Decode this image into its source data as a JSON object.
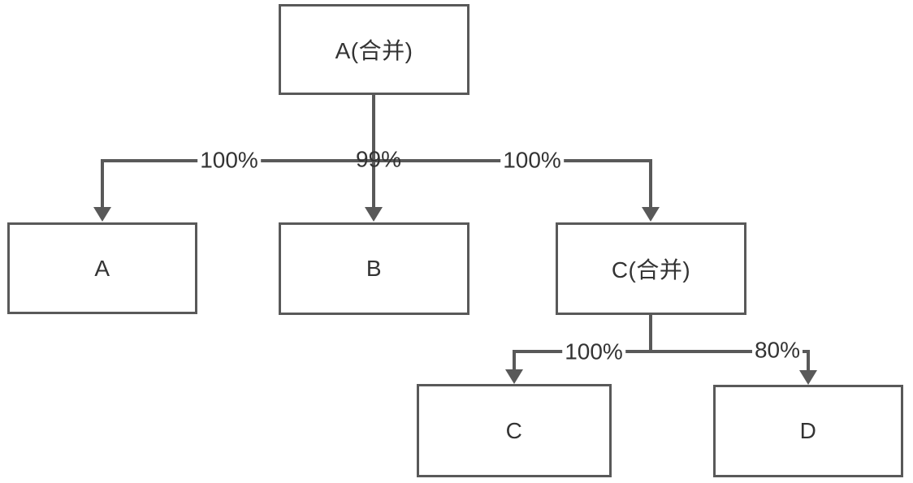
{
  "diagram": {
    "title": "ownership-structure-tree",
    "line_color": "#595959",
    "text_color": "#333333",
    "background_color": "#ffffff",
    "nodes": [
      {
        "id": "a-merged",
        "label": "A(合并)",
        "level": 1
      },
      {
        "id": "a",
        "label": "A",
        "level": 2
      },
      {
        "id": "b",
        "label": "B",
        "level": 2
      },
      {
        "id": "c-merged",
        "label": "C(合并)",
        "level": 2
      },
      {
        "id": "c",
        "label": "C",
        "level": 3
      },
      {
        "id": "d",
        "label": "D",
        "level": 3
      }
    ],
    "edges": [
      {
        "from": "a-merged",
        "to": "a",
        "label": "100%"
      },
      {
        "from": "a-merged",
        "to": "b",
        "label": "99%"
      },
      {
        "from": "a-merged",
        "to": "c-merged",
        "label": "100%"
      },
      {
        "from": "c-merged",
        "to": "c",
        "label": "100%"
      },
      {
        "from": "c-merged",
        "to": "d",
        "label": "80%"
      }
    ]
  }
}
